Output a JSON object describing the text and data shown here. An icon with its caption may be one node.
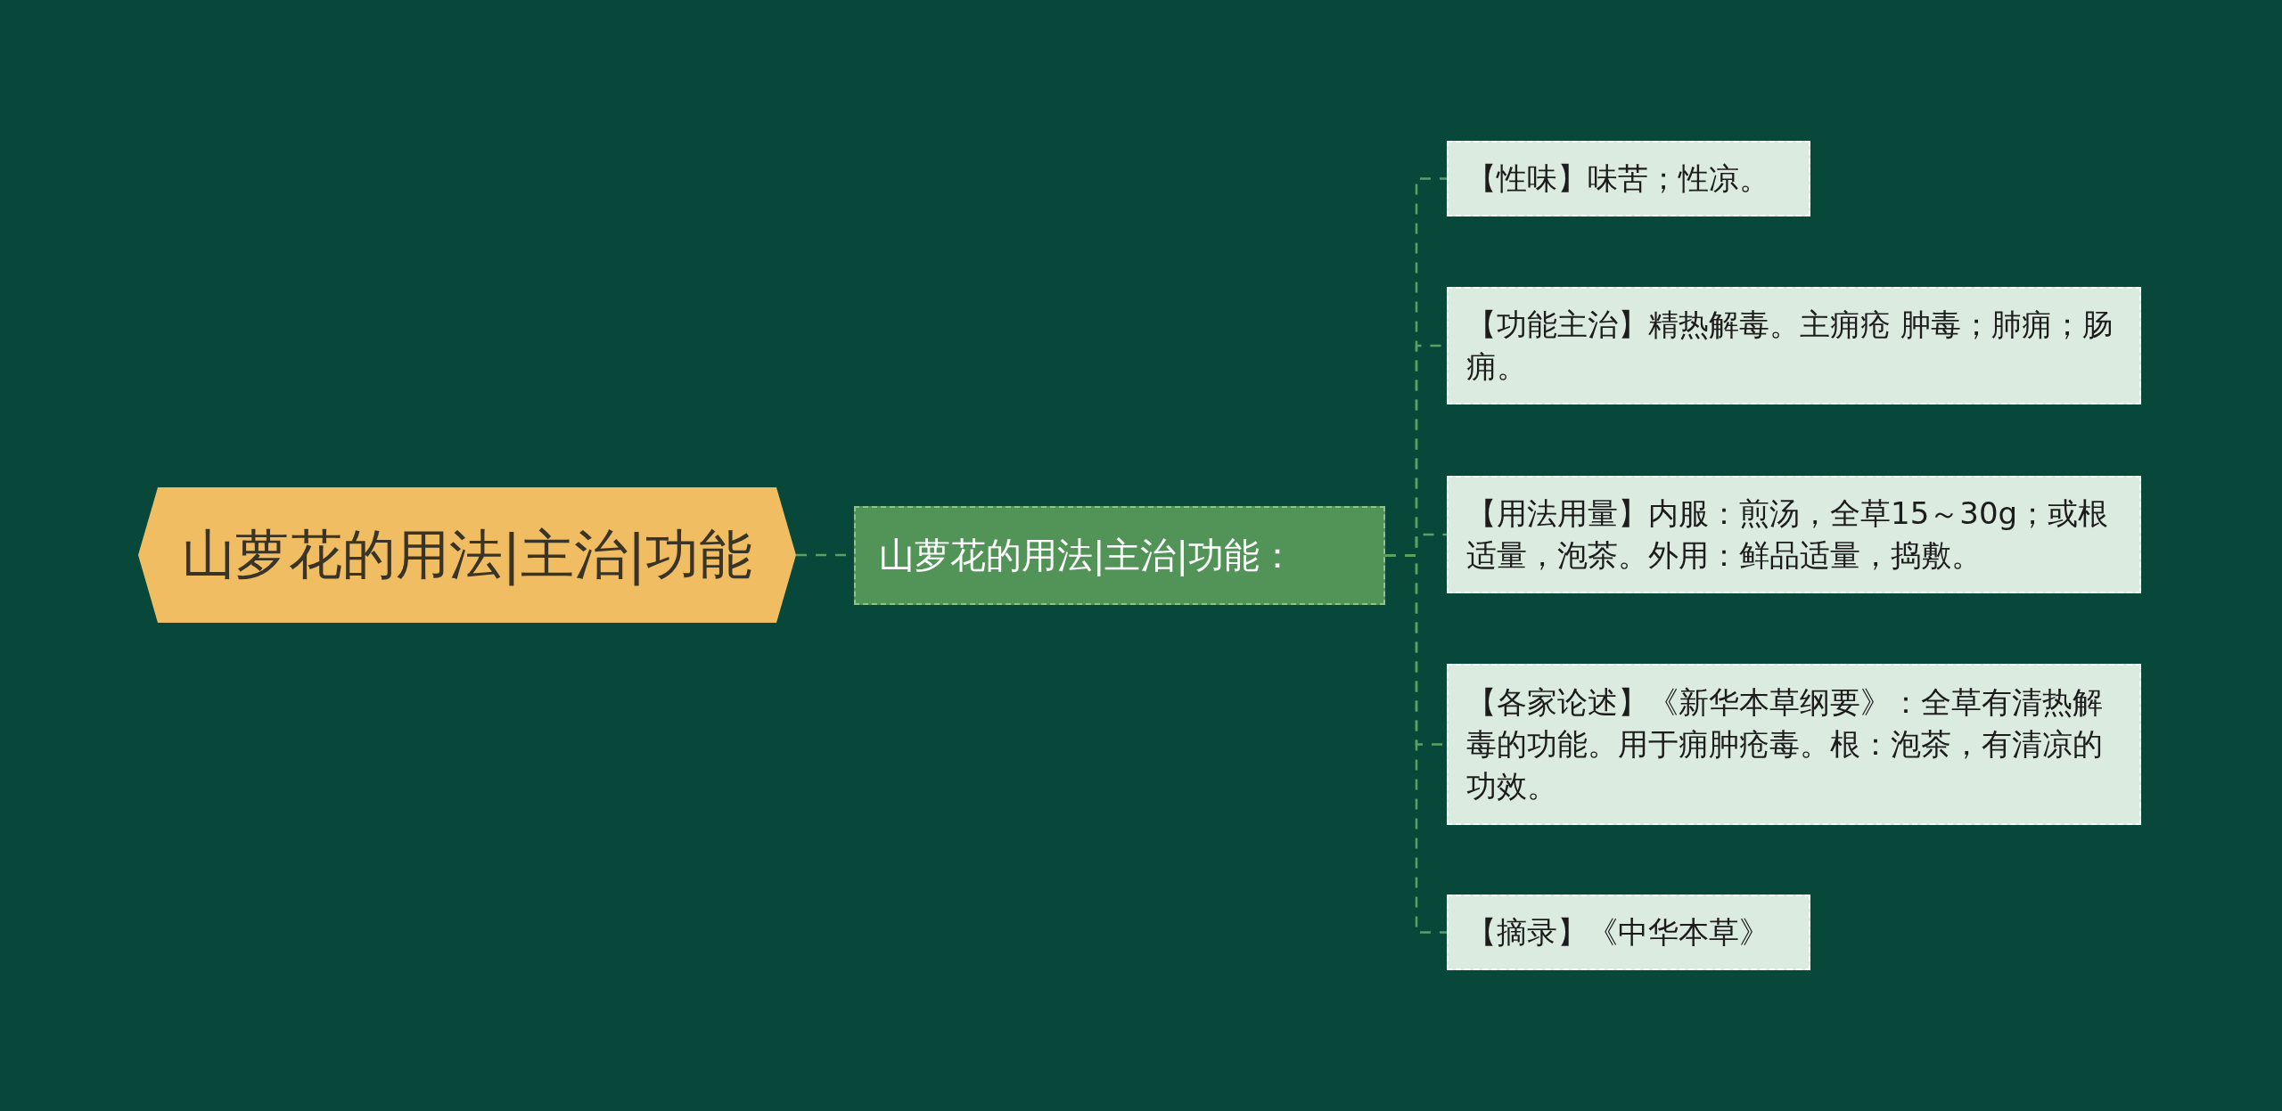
{
  "diagram": {
    "nodes": [
      {
        "text": [
          "山萝花的用法|主治|功能"
        ]
      },
      {
        "text": [
          "山萝花的用法|主治|功能："
        ]
      },
      {
        "text": [
          "【性味】味苦；性凉。"
        ]
      },
      {
        "text": [
          "【功能主治】精热解毒。主痈疮 肿毒；肺痈；肠痈。"
        ]
      },
      {
        "text": [
          "【用法用量】内服：煎汤，全草15～30g；或根适量，泡茶。外用：鲜品适量，捣敷。"
        ]
      },
      {
        "text": [
          "【各家论述】《新华本草纲要》：全草有清热解毒的功能。用于痈肿疮毒。根：泡茶，有清凉的功效。"
        ]
      },
      {
        "text": [
          "【摘录】《中华本草》"
        ]
      }
    ],
    "edges": [
      {
        "from": 0,
        "to": 1,
        "arrow": "none",
        "style": "dashed"
      },
      {
        "from": 1,
        "to": 2,
        "arrow": "none",
        "style": "dashed"
      },
      {
        "from": 1,
        "to": 3,
        "arrow": "none",
        "style": "dashed"
      },
      {
        "from": 1,
        "to": 4,
        "arrow": "none",
        "style": "dashed"
      },
      {
        "from": 1,
        "to": 5,
        "arrow": "none",
        "style": "dashed"
      },
      {
        "from": 1,
        "to": 6,
        "arrow": "none",
        "style": "dashed"
      }
    ]
  }
}
